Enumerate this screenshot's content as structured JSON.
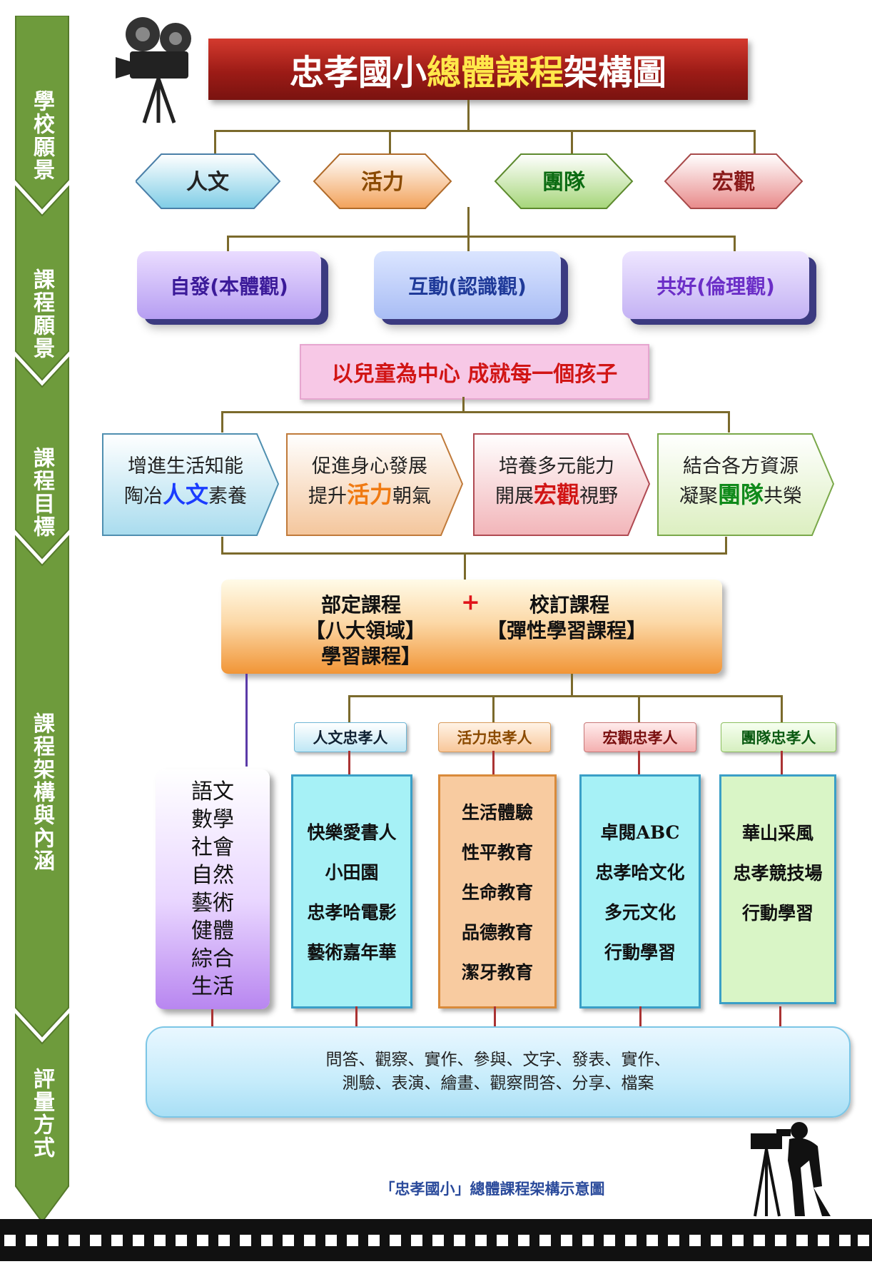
{
  "title": {
    "prefix": "忠孝國小",
    "highlight": "總體課程",
    "suffix": "架構圖"
  },
  "sidebar": {
    "sections": [
      {
        "label": "學校願景"
      },
      {
        "label": "課程願景"
      },
      {
        "label": "課程目標"
      },
      {
        "label": "課程架構與內涵"
      },
      {
        "label": "評量方式"
      }
    ]
  },
  "school_vision": [
    {
      "label": "人文",
      "color": "#a9e1ee"
    },
    {
      "label": "活力",
      "color": "#f7c08a"
    },
    {
      "label": "團隊",
      "color": "#c9e8a6"
    },
    {
      "label": "宏觀",
      "color": "#f0a9a9"
    }
  ],
  "curriculum_vision": [
    {
      "label": "自發(本體觀)",
      "color": "#6b47d9"
    },
    {
      "label": "互動(認識觀)",
      "color": "#4a6bd9"
    },
    {
      "label": "共好(倫理觀)",
      "color": "#9b6bdf"
    }
  ],
  "center_banner": "以兒童為中心  成就每一個孩子",
  "goals": [
    {
      "line1": "增進生活知能",
      "line2a": "陶冶",
      "line2hl": "人文",
      "line2b": "素養",
      "hl_color": "#1a3cff"
    },
    {
      "line1": "促進身心發展",
      "line2a": "提升",
      "line2hl": "活力",
      "line2b": "朝氣",
      "hl_color": "#f07a12"
    },
    {
      "line1": "培養多元能力",
      "line2a": "開展",
      "line2hl": "宏觀",
      "line2b": "視野",
      "hl_color": "#d11515"
    },
    {
      "line1": "結合各方資源",
      "line2a": "凝聚",
      "line2hl": "團隊",
      "line2b": "共榮",
      "hl_color": "#0f8a1a"
    }
  ],
  "curriculum": {
    "left_line1": "部定課程",
    "left_line2": "【八大領域】",
    "left_line3": "學習課程】",
    "plus": "+",
    "right_line1": "校訂課程",
    "right_line2": "【彈性學習課程】"
  },
  "subjects": [
    "語文",
    "數學",
    "社會",
    "自然",
    "藝術",
    "健體",
    "綜合",
    "生活"
  ],
  "programs": [
    {
      "tag": "人文忠孝人",
      "items": [
        "快樂愛書人",
        "小田園",
        "忠孝哈電影",
        "藝術嘉年華"
      ]
    },
    {
      "tag": "活力忠孝人",
      "items": [
        "生活體驗",
        "性平教育",
        "生命教育",
        "品德教育",
        "潔牙教育"
      ]
    },
    {
      "tag": "宏觀忠孝人",
      "items": [
        "卓閱ABC",
        "忠孝哈文化",
        "多元文化",
        "行動學習"
      ]
    },
    {
      "tag": "團隊忠孝人",
      "items": [
        "華山采風",
        "忠孝競技場",
        "行動學習"
      ]
    }
  ],
  "evaluation": {
    "line1": "問答、觀察、實作、參與、文字、發表、實作、",
    "line2": "測驗、表演、繪畫、觀察問答、分享、檔案"
  },
  "caption": "「忠孝國小」總體課程架構示意圖",
  "icons": [
    "film-camera-icon",
    "cameraman-icon",
    "film-strip"
  ]
}
